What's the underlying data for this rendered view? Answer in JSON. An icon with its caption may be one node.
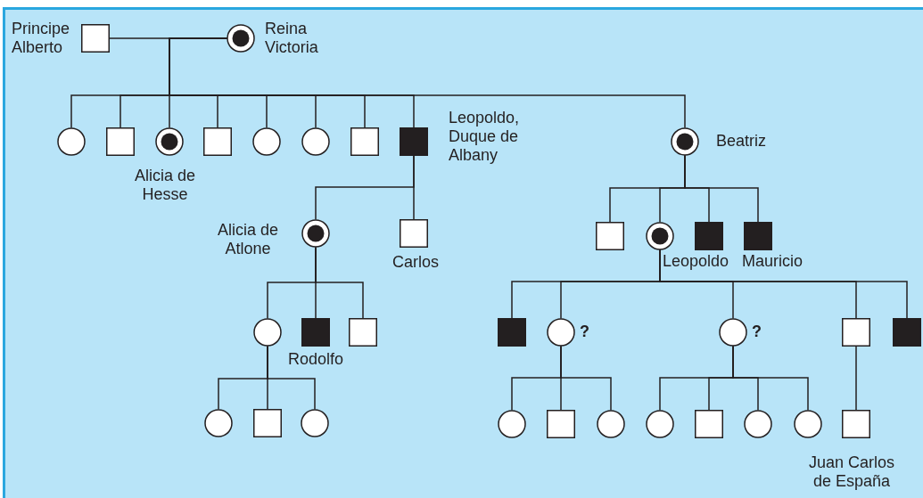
{
  "diagram": {
    "nodes": [
      {
        "text": [],
        "shape": "box",
        "beside": [
          "Principe Alberto"
        ]
      },
      {
        "text": [],
        "shape": "dot-circle",
        "beside": [
          "Reina Victoria"
        ]
      },
      {
        "text": [],
        "shape": "circle"
      },
      {
        "text": [],
        "shape": "box"
      },
      {
        "text": [],
        "shape": "dot-circle",
        "beside": [
          "Alicia de Hesse"
        ]
      },
      {
        "text": [],
        "shape": "box"
      },
      {
        "text": [],
        "shape": "circle"
      },
      {
        "text": [],
        "shape": "circle"
      },
      {
        "text": [],
        "shape": "box"
      },
      {
        "text": [],
        "shape": "filled-box",
        "beside": [
          "Leopoldo, Duque de Albany"
        ]
      },
      {
        "text": [],
        "shape": "dot-circle",
        "beside": [
          "Beatriz"
        ]
      },
      {
        "text": [],
        "shape": "dot-circle",
        "beside": [
          "Alicia de Atlone"
        ]
      },
      {
        "text": [],
        "shape": "box",
        "beside": [
          "Carlos"
        ]
      },
      {
        "text": [],
        "shape": "box"
      },
      {
        "text": [],
        "shape": "dot-circle"
      },
      {
        "text": [],
        "shape": "filled-box",
        "beside": [
          "Leopoldo"
        ]
      },
      {
        "text": [],
        "shape": "filled-box",
        "beside": [
          "Mauricio"
        ]
      },
      {
        "text": [],
        "shape": "circle"
      },
      {
        "text": [],
        "shape": "filled-box",
        "beside": [
          "Rodolfo"
        ]
      },
      {
        "text": [],
        "shape": "box"
      },
      {
        "text": [],
        "shape": "filled-box"
      },
      {
        "text": [],
        "shape": "circle",
        "beside": [
          "?"
        ]
      },
      {
        "text": [],
        "shape": "circle",
        "beside": [
          "?"
        ]
      },
      {
        "text": [],
        "shape": "box"
      },
      {
        "text": [],
        "shape": "filled-box"
      },
      {
        "text": [],
        "shape": "circle"
      },
      {
        "text": [],
        "shape": "box"
      },
      {
        "text": [],
        "shape": "circle"
      },
      {
        "text": [],
        "shape": "circle"
      },
      {
        "text": [],
        "shape": "box"
      },
      {
        "text": [],
        "shape": "circle"
      },
      {
        "text": [],
        "shape": "circle"
      },
      {
        "text": [],
        "shape": "box"
      },
      {
        "text": [],
        "shape": "circle"
      },
      {
        "text": [],
        "shape": "circle"
      },
      {
        "text": [],
        "shape": "box",
        "beside": [
          "Juan Carlos de España"
        ]
      }
    ],
    "edges": [
      {
        "from": 0,
        "to": 1,
        "arrow": "none"
      },
      {
        "from": 1,
        "to": 2,
        "arrow": "none"
      },
      {
        "from": 1,
        "to": 3,
        "arrow": "none"
      },
      {
        "from": 1,
        "to": 4,
        "arrow": "none"
      },
      {
        "from": 1,
        "to": 5,
        "arrow": "none"
      },
      {
        "from": 1,
        "to": 6,
        "arrow": "none"
      },
      {
        "from": 1,
        "to": 7,
        "arrow": "none"
      },
      {
        "from": 1,
        "to": 8,
        "arrow": "none"
      },
      {
        "from": 1,
        "to": 9,
        "arrow": "none"
      },
      {
        "from": 1,
        "to": 10,
        "arrow": "none"
      },
      {
        "from": 9,
        "to": 11,
        "arrow": "none"
      },
      {
        "from": 9,
        "to": 12,
        "arrow": "none"
      },
      {
        "from": 10,
        "to": 13,
        "arrow": "none"
      },
      {
        "from": 10,
        "to": 14,
        "arrow": "none"
      },
      {
        "from": 10,
        "to": 15,
        "arrow": "none"
      },
      {
        "from": 10,
        "to": 16,
        "arrow": "none"
      },
      {
        "from": 11,
        "to": 17,
        "arrow": "none"
      },
      {
        "from": 11,
        "to": 18,
        "arrow": "none"
      },
      {
        "from": 11,
        "to": 19,
        "arrow": "none"
      },
      {
        "from": 14,
        "to": 20,
        "arrow": "none"
      },
      {
        "from": 14,
        "to": 21,
        "arrow": "none"
      },
      {
        "from": 14,
        "to": 22,
        "arrow": "none"
      },
      {
        "from": 14,
        "to": 23,
        "arrow": "none"
      },
      {
        "from": 14,
        "to": 24,
        "arrow": "none"
      },
      {
        "from": 17,
        "to": 25,
        "arrow": "none"
      },
      {
        "from": 17,
        "to": 26,
        "arrow": "none"
      },
      {
        "from": 17,
        "to": 27,
        "arrow": "none"
      },
      {
        "from": 21,
        "to": 28,
        "arrow": "none"
      },
      {
        "from": 21,
        "to": 29,
        "arrow": "none"
      },
      {
        "from": 21,
        "to": 30,
        "arrow": "none"
      },
      {
        "from": 22,
        "to": 31,
        "arrow": "none"
      },
      {
        "from": 22,
        "to": 32,
        "arrow": "none"
      },
      {
        "from": 22,
        "to": 33,
        "arrow": "none"
      },
      {
        "from": 22,
        "to": 34,
        "arrow": "none"
      },
      {
        "from": 23,
        "to": 35,
        "arrow": "none"
      }
    ]
  }
}
